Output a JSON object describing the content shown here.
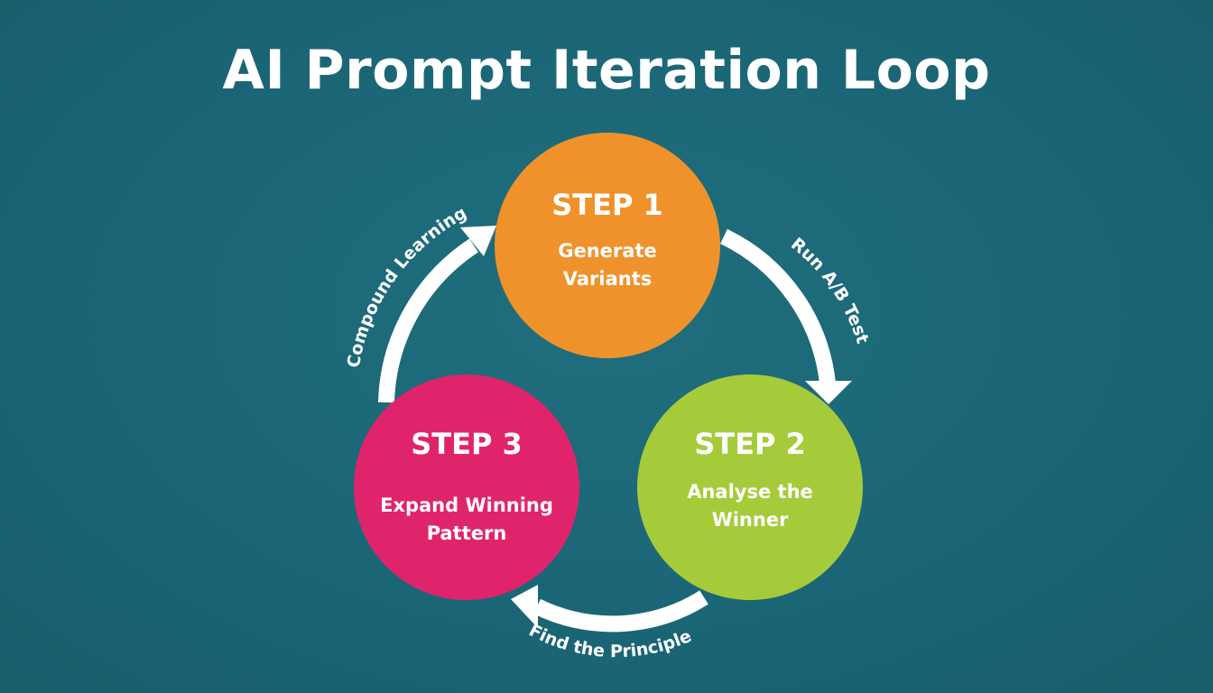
{
  "title": "AI Prompt Iteration Loop",
  "colors": {
    "background": "#1b6676",
    "step1": "#f0922b",
    "step2": "#a6cb3a",
    "step3": "#e0246b",
    "arrow": "#ffffff",
    "text": "#ffffff"
  },
  "steps": [
    {
      "heading": "STEP 1",
      "line1": "Generate",
      "line2": "Variants"
    },
    {
      "heading": "STEP 2",
      "line1": "Analyse the",
      "line2": "Winner"
    },
    {
      "heading": "STEP 3",
      "line1": "Expand Winning",
      "line2": "Pattern"
    }
  ],
  "arrows": [
    {
      "label": "Run A/B Test"
    },
    {
      "label": "Find the Principle"
    },
    {
      "label": "Compound Learning"
    }
  ]
}
